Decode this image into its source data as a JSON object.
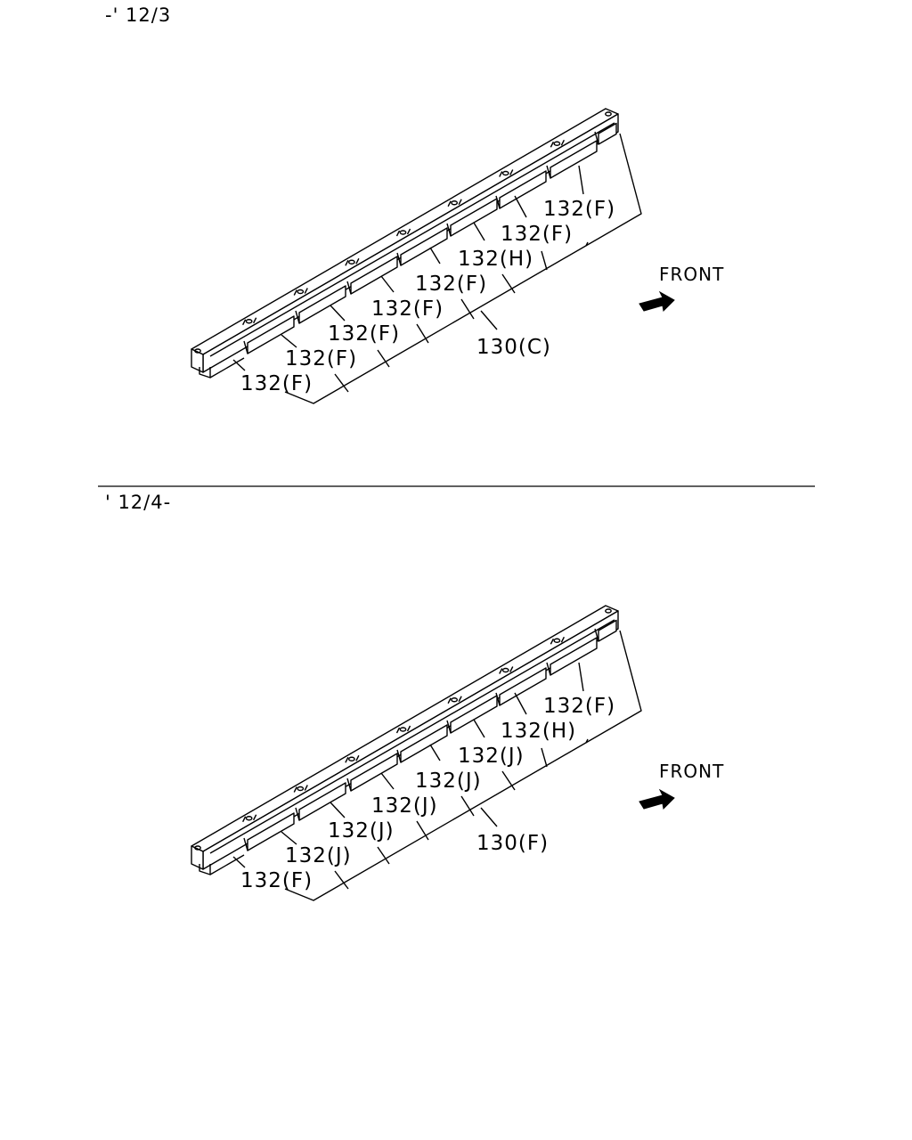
{
  "sections": [
    {
      "period_label": "-' 12/3",
      "front_label": "FRONT",
      "frame_label": "130(C)",
      "parts": [
        "132(F)",
        "132(F)",
        "132(F)",
        "132(F)",
        "132(F)",
        "132(H)",
        "132(F)",
        "132(F)"
      ]
    },
    {
      "period_label": "' 12/4-",
      "front_label": "FRONT",
      "frame_label": "130(F)",
      "parts": [
        "132(F)",
        "132(J)",
        "132(J)",
        "132(J)",
        "132(J)",
        "132(J)",
        "132(H)",
        "132(F)"
      ]
    }
  ]
}
